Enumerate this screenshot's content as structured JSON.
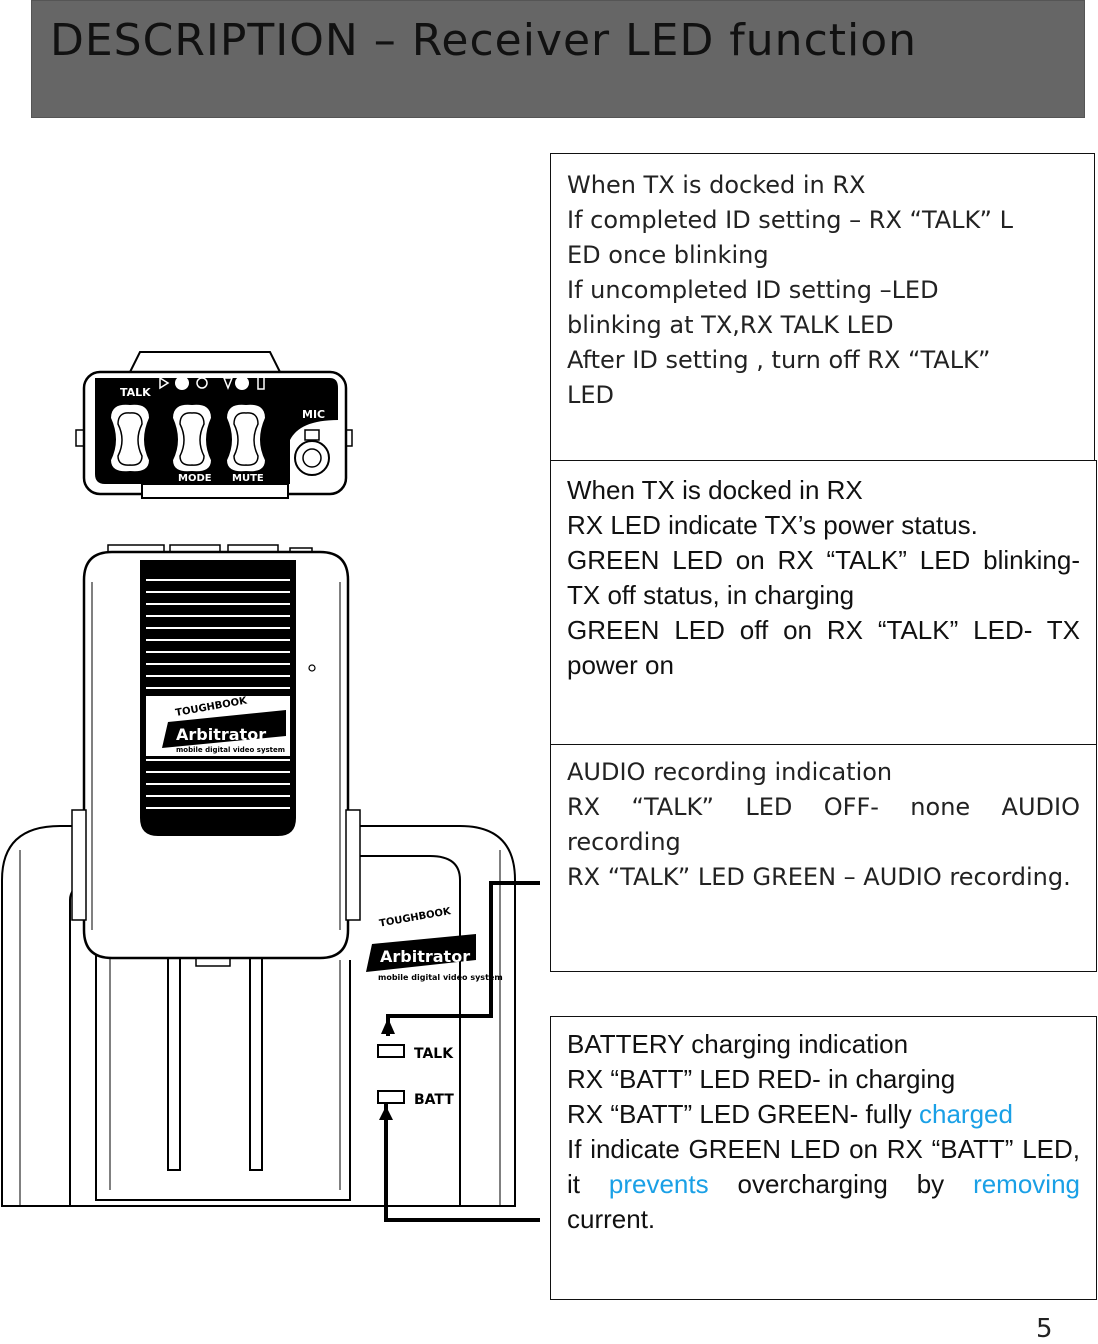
{
  "header": {
    "title": "DESCRIPTION – Receiver LED function"
  },
  "box1": {
    "lines": [
      "When TX is docked in RX",
      "If completed ID setting – RX “TALK” L",
      "ED once blinking",
      "If uncompleted ID setting –LED",
      "blinking at TX,RX TALK LED",
      "After ID setting , turn off RX “TALK”",
      "LED"
    ]
  },
  "box2": {
    "line1": "When TX is docked in RX",
    "line2": "RX LED indicate TX’s power status.",
    "para1": "GREEN LED on RX “TALK” LED blinking- TX off status, in charging",
    "para2": "GREEN LED off on RX “TALK” LED- TX power on"
  },
  "box3": {
    "line1": "AUDIO recording  indication",
    "para1": "RX “TALK” LED OFF- none AUDIO recording",
    "para2": "RX “TALK” LED GREEN – AUDIO recording."
  },
  "box4": {
    "line1": "BATTERY charging indication",
    "line2": "RX “BATT” LED RED- in  charging",
    "line3_pre": "RX “BATT” LED GREEN- fully ",
    "line3_hl": "charged",
    "para_pre": "If indicate GREEN LED on RX “BATT” LED, it ",
    "para_hl1": "prevents",
    "para_mid": " overcharging by ",
    "para_hl2": "removing",
    "para_post": " current."
  },
  "device": {
    "tx_labels": {
      "talk": "TALK",
      "mode": "MODE",
      "mute": "MUTE",
      "mic": "MIC"
    },
    "brand_top": "TOUGHBOOK",
    "brand_main": "Arbitrator",
    "brand_sub": "mobile digital video system",
    "led_talk": "TALK",
    "led_batt": "BATT"
  },
  "page_number": "5"
}
